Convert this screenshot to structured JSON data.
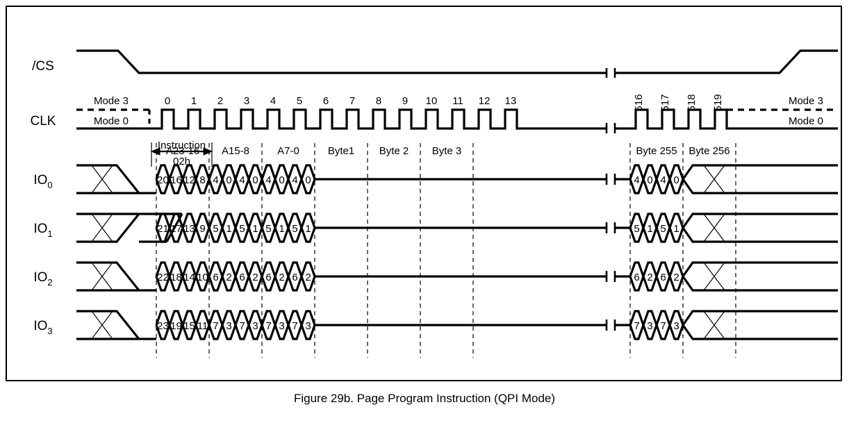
{
  "figure": {
    "caption": "Figure 29b. Page Program Instruction (QPI Mode)",
    "border_color": "#000000",
    "line_color": "#000000",
    "background": "#ffffff"
  },
  "signals": {
    "cs": {
      "label": "/CS",
      "active_low": true
    },
    "clk": {
      "label": "CLK",
      "mode3_label": "Mode 3",
      "mode0_label": "Mode 0"
    },
    "io0": {
      "label": "IO",
      "subscript": "0"
    },
    "io1": {
      "label": "IO",
      "subscript": "1"
    },
    "io2": {
      "label": "IO",
      "subscript": "2"
    },
    "io3": {
      "label": "IO",
      "subscript": "3"
    }
  },
  "clock_numbers_left": [
    "0",
    "1",
    "2",
    "3",
    "4",
    "5",
    "6",
    "7",
    "8",
    "9",
    "10",
    "11",
    "12",
    "13"
  ],
  "clock_numbers_right": [
    "516",
    "517",
    "518",
    "519"
  ],
  "instruction": {
    "title": "Instruction",
    "opcode": "02h"
  },
  "field_labels_left": [
    "A23-16",
    "A15-8",
    "A7-0",
    "Byte1",
    "Byte 2",
    "Byte 3"
  ],
  "field_labels_right": [
    "Byte 255",
    "Byte 256"
  ],
  "chart_data": {
    "type": "timing-diagram",
    "title": "Figure 29b. Page Program Instruction (QPI Mode)",
    "rows": [
      {
        "name": "IO0",
        "left_values": [
          "20",
          "16",
          "12",
          "8",
          "4",
          "0",
          "4",
          "0",
          "4",
          "0",
          "4",
          "0"
        ],
        "right_values": [
          "4",
          "0",
          "4",
          "0"
        ],
        "leading": "hiz-cross",
        "trailing": "hiz-cross",
        "predata": "low"
      },
      {
        "name": "IO1",
        "left_values": [
          "21",
          "17",
          "13",
          "9",
          "5",
          "1",
          "5",
          "1",
          "5",
          "1",
          "5",
          "1"
        ],
        "right_values": [
          "5",
          "1",
          "5",
          "1"
        ],
        "leading": "hiz-cross",
        "trailing": "hiz-cross",
        "predata": "high"
      },
      {
        "name": "IO2",
        "left_values": [
          "22",
          "18",
          "14",
          "10",
          "6",
          "2",
          "6",
          "2",
          "6",
          "2",
          "6",
          "2"
        ],
        "right_values": [
          "6",
          "2",
          "6",
          "2"
        ],
        "leading": "hiz-cross",
        "trailing": "hiz-cross",
        "predata": "low"
      },
      {
        "name": "IO3",
        "left_values": [
          "23",
          "19",
          "15",
          "11",
          "7",
          "3",
          "7",
          "3",
          "7",
          "3",
          "7",
          "3"
        ],
        "right_values": [
          "7",
          "3",
          "7",
          "3"
        ],
        "leading": "hiz-cross",
        "trailing": "hiz-cross",
        "predata": "low"
      }
    ]
  }
}
